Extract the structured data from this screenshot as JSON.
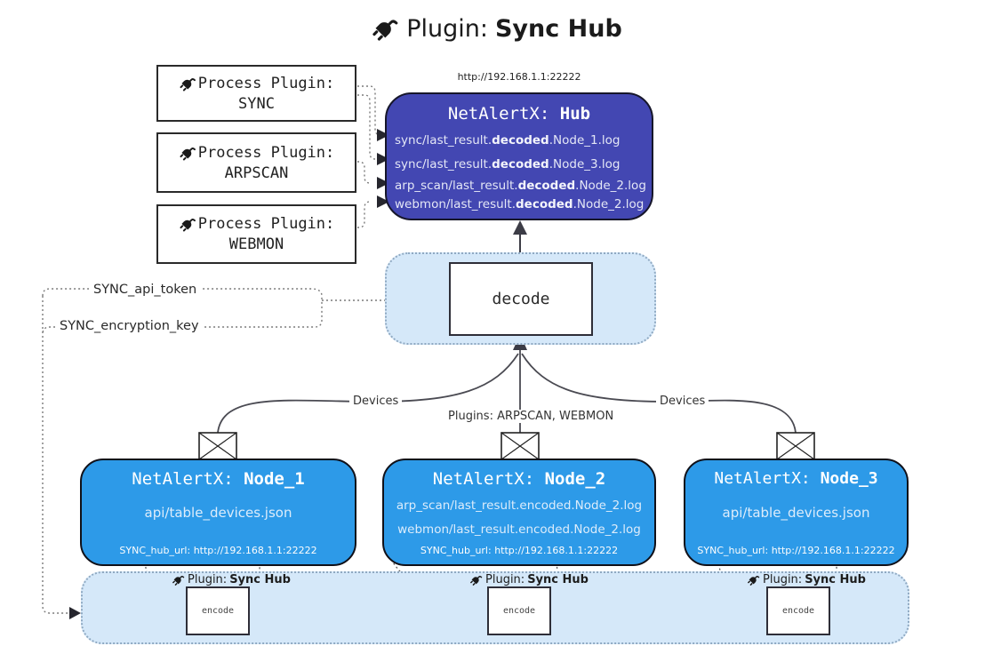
{
  "title": {
    "prefix": "Plugin:",
    "name": "Sync Hub"
  },
  "hub": {
    "url": "http://192.168.1.1:22222",
    "title_prefix": "NetAlertX:",
    "title_name": "Hub",
    "files": [
      {
        "pre": "sync/last_result.",
        "bold": "decoded",
        "post": ".Node_1.log"
      },
      {
        "pre": "sync/last_result.",
        "bold": "decoded",
        "post": ".Node_3.log"
      },
      {
        "pre": "arp_scan/last_result.",
        "bold": "decoded",
        "post": ".Node_2.log"
      },
      {
        "pre": "webmon/last_result.",
        "bold": "decoded",
        "post": ".Node_2.log"
      }
    ]
  },
  "process_plugins": [
    {
      "label": "Process Plugin:",
      "name": "SYNC"
    },
    {
      "label": "Process Plugin:",
      "name": "ARPSCAN"
    },
    {
      "label": "Process Plugin:",
      "name": "WEBMON"
    }
  ],
  "secrets": {
    "api_token": "SYNC_api_token",
    "encryption_key": "SYNC_encryption_key"
  },
  "decode_label": "decode",
  "edges": {
    "devices_left": "Devices",
    "devices_right": "Devices",
    "plugins_mid": "Plugins: ARPSCAN, WEBMON"
  },
  "nodes": [
    {
      "title_prefix": "NetAlertX:",
      "title_name": "Node_1",
      "files": [
        "api/table_devices.json"
      ],
      "hub_url": "SYNC_hub_url: http://192.168.1.1:22222"
    },
    {
      "title_prefix": "NetAlertX:",
      "title_name": "Node_2",
      "files": [
        "arp_scan/last_result.encoded.Node_2.log",
        "webmon/last_result.encoded.Node_2.log"
      ],
      "hub_url": "SYNC_hub_url: http://192.168.1.1:22222"
    },
    {
      "title_prefix": "NetAlertX:",
      "title_name": "Node_3",
      "files": [
        "api/table_devices.json"
      ],
      "hub_url": "SYNC_hub_url: http://192.168.1.1:22222"
    }
  ],
  "encode": {
    "label_prefix": "Plugin:",
    "label_name": "Sync Hub",
    "box": "encode"
  },
  "colors": {
    "hub_bg": "#4347b2",
    "node_bg": "#2d9ae8",
    "band_bg": "#d5e8f9",
    "line_dark": "#3c3c46"
  }
}
